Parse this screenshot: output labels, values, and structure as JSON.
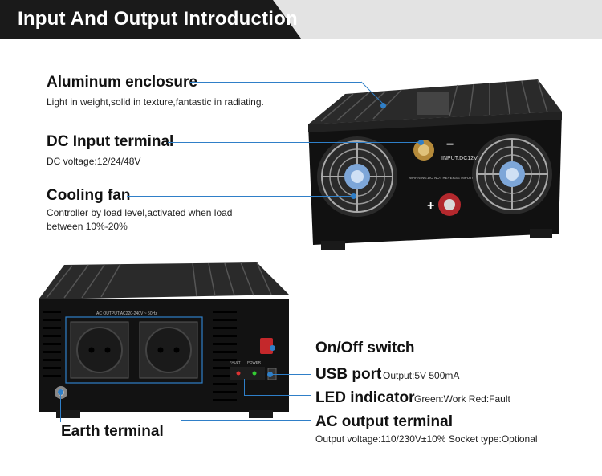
{
  "header": {
    "title": "Input And Output Introduction"
  },
  "callouts": {
    "aluminum": {
      "label": "Aluminum enclosure",
      "desc": "Light in weight,solid in texture,fantastic in radiating."
    },
    "dc_input": {
      "label": "DC Input terminal",
      "desc": "DC voltage:12/24/48V"
    },
    "cooling_fan": {
      "label": "Cooling fan",
      "desc_line1": "Controller by load level,activated when load",
      "desc_line2": "between 10%-20%"
    },
    "onoff": {
      "label": "On/Off switch"
    },
    "usb": {
      "label": "USB port",
      "desc": "Output:5V 500mA"
    },
    "led": {
      "label": "LED indicator",
      "desc": "Green:Work  Red:Fault"
    },
    "ac_output": {
      "label": "AC output terminal",
      "desc": "Output voltage:110/230V±10%  Socket type:Optional"
    },
    "earth": {
      "label": "Earth terminal"
    }
  },
  "device_top": {
    "panel_text": "INPUT:DC12V",
    "warning_text": "WARNING:DO NOT REVERSE INPUT!",
    "minus_sign": "−",
    "plus_sign": "+"
  },
  "device_bottom": {
    "panel_text": "AC OUTPUT:AC220-240V ~ 50Hz",
    "fault_text": "FAULT",
    "power_text": "POWER"
  },
  "colors": {
    "accent": "#2f7fc8",
    "header_bg": "#1a1a1a",
    "header_band": "#e3e3e3"
  }
}
